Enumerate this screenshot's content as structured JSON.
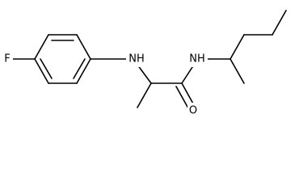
{
  "molecule": {
    "atoms": {
      "fluorine": "F",
      "amine": "NH",
      "amide_n": "NH",
      "carbonyl_o": "O"
    }
  },
  "colors": {
    "bond": "#000000",
    "background": "#ffffff"
  }
}
